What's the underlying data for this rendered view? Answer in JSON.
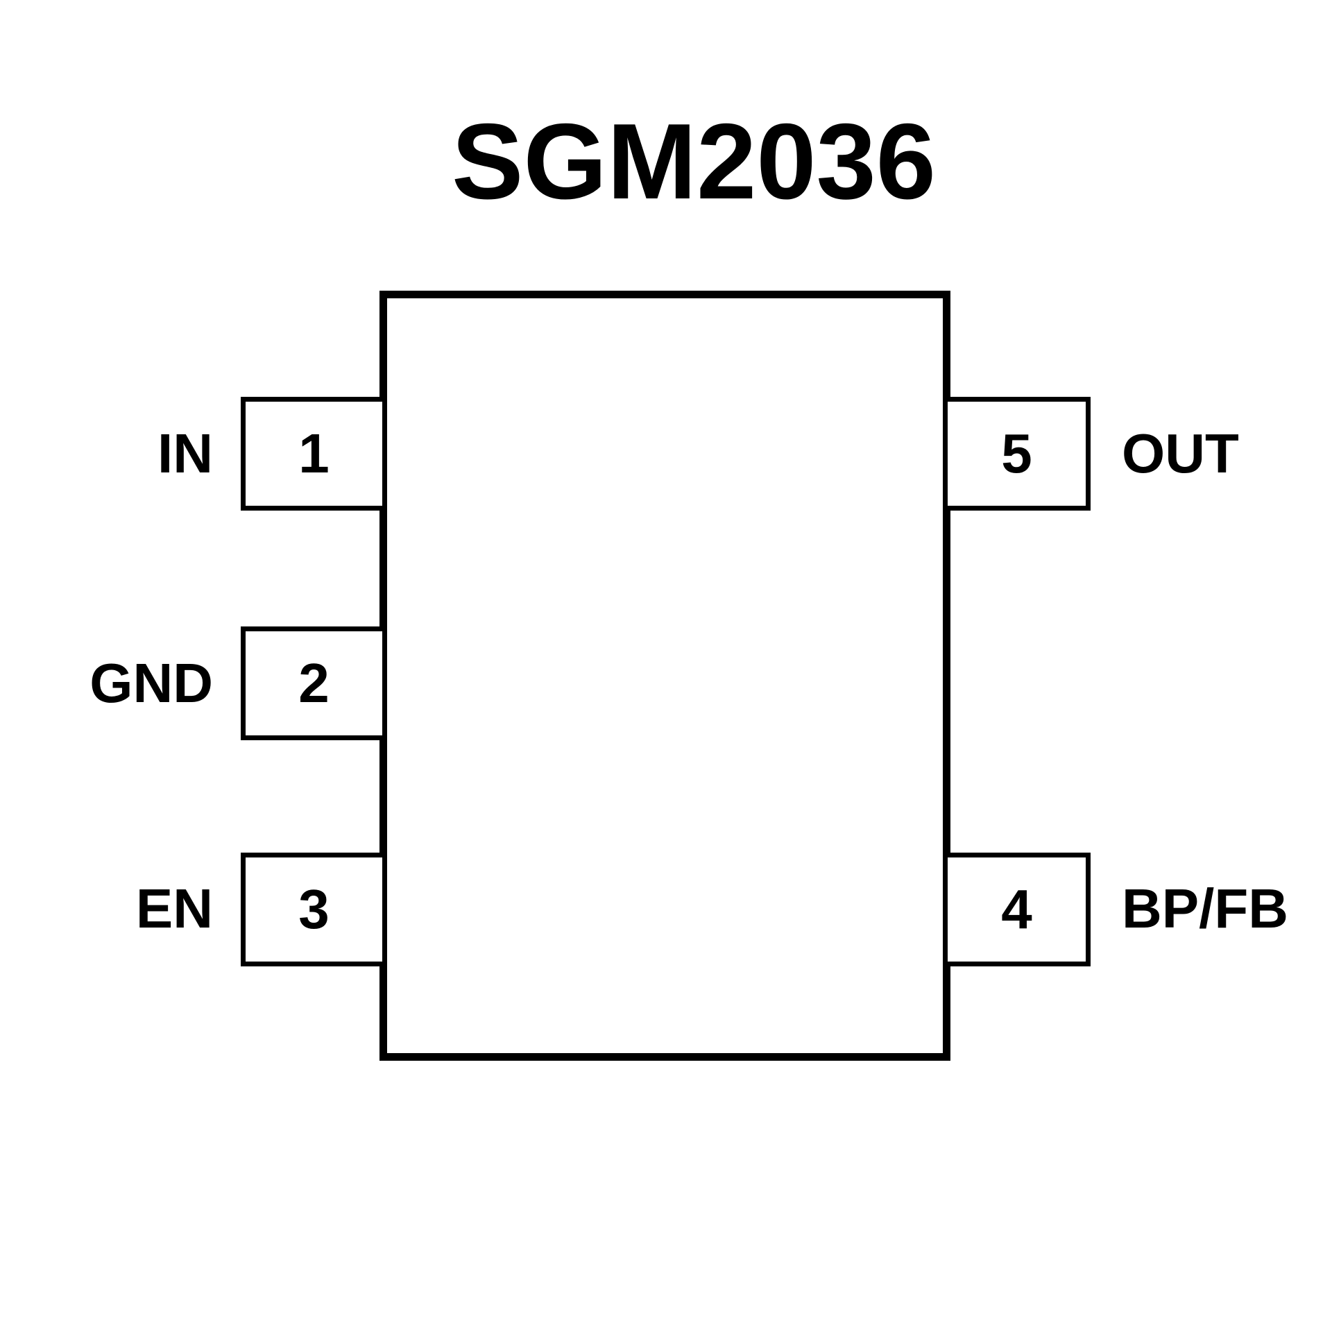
{
  "title": "SGM2036",
  "pins": [
    {
      "number": "1",
      "label": "IN",
      "side": "left"
    },
    {
      "number": "2",
      "label": "GND",
      "side": "left"
    },
    {
      "number": "3",
      "label": "EN",
      "side": "left"
    },
    {
      "number": "4",
      "label": "BP/FB",
      "side": "right"
    },
    {
      "number": "5",
      "label": "OUT",
      "side": "right"
    }
  ],
  "colors": {
    "line": "#000000",
    "text": "#000000",
    "background": "#ffffff"
  }
}
